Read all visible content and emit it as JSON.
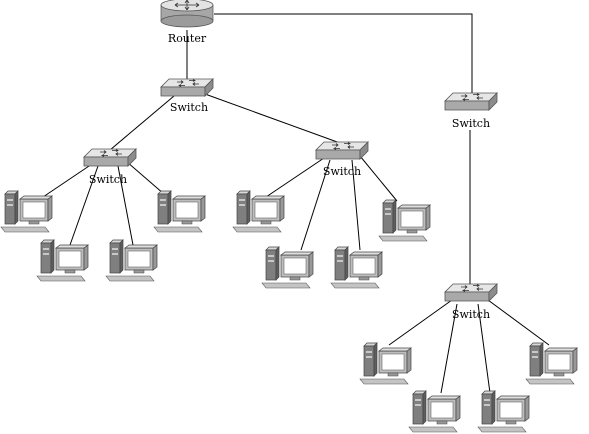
{
  "devices": {
    "router": {
      "label": "Router",
      "icon": "router-icon"
    },
    "switch_a": {
      "label": "Switch",
      "icon": "switch-icon"
    },
    "switch_b": {
      "label": "Switch",
      "icon": "switch-icon"
    },
    "switch_c": {
      "label": "Switch",
      "icon": "switch-icon"
    },
    "switch_d": {
      "label": "Switch",
      "icon": "switch-icon"
    },
    "switch_e": {
      "label": "Switch",
      "icon": "switch-icon"
    }
  },
  "computer_icon": "desktop-computer-icon",
  "colors": {
    "device_light": "#e4e4e4",
    "device_mid": "#b9b9b9",
    "device_dark": "#8c8c8c",
    "screen": "#ffffff",
    "line": "#000000"
  }
}
